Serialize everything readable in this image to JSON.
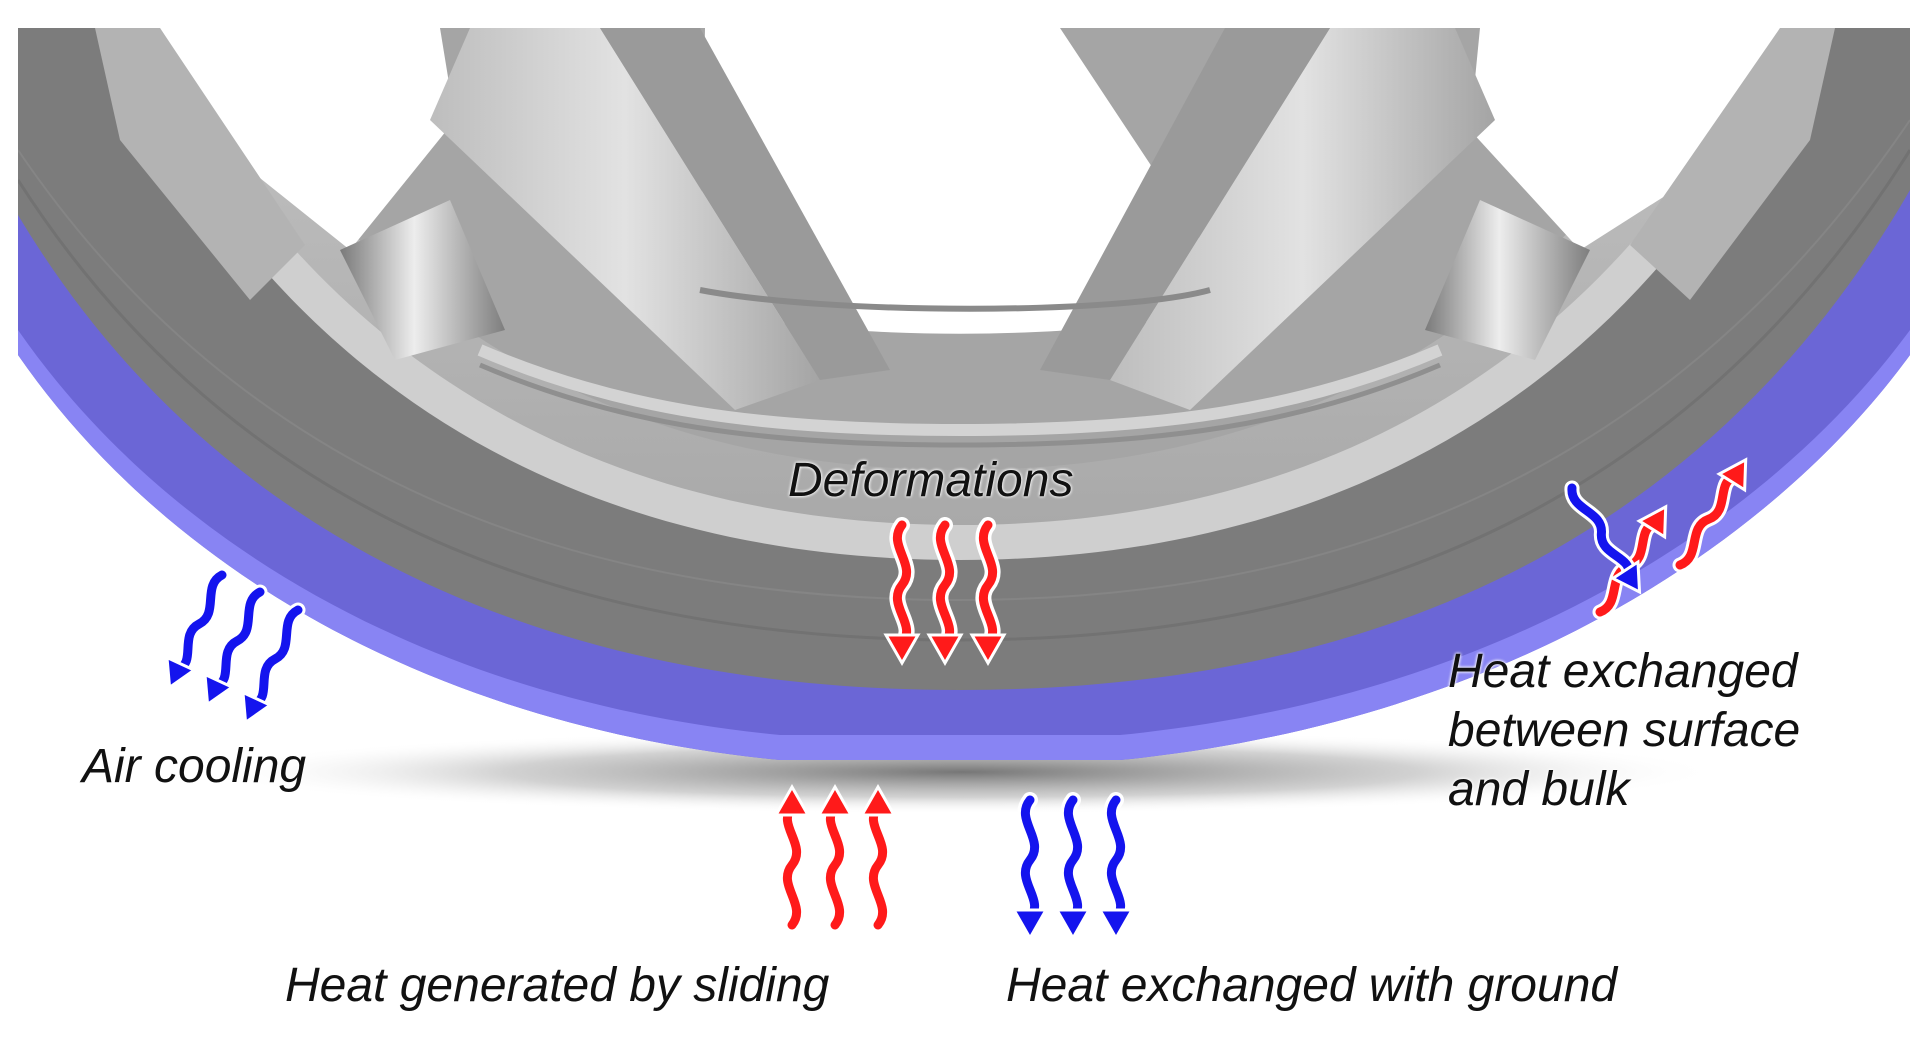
{
  "labels": {
    "deformations": "Deformations",
    "air_cooling": "Air cooling",
    "surface_bulk_line1": "Heat exchanged",
    "surface_bulk_line2": "between surface",
    "surface_bulk_line3": "and bulk",
    "sliding": "Heat generated by sliding",
    "ground": "Heat exchanged with ground"
  },
  "colors": {
    "hot_arrow": "#ff1a1a",
    "cool_arrow": "#1414ee",
    "tread": "#6b66d6",
    "tread_edge": "#8884f3",
    "sidewall": "#7c7c7c",
    "rim": "#b9b9b9",
    "rim_highlight": "#d8d8d8",
    "spoke_shadow": "#8d8d8d",
    "background": "#ffffff"
  },
  "icons": {
    "hot": "wavy-arrow-red",
    "cool": "wavy-arrow-blue"
  }
}
